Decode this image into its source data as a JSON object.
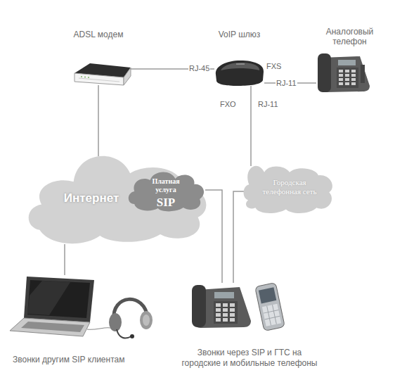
{
  "diagram": {
    "nodes": [
      {
        "text": [
          "ADSL модем"
        ]
      },
      {
        "text": [
          "VoIP шлюз"
        ]
      },
      {
        "text": [
          "Аналоговый телефон"
        ]
      },
      {
        "text": [
          "Интернет"
        ]
      },
      {
        "text": [
          "Платная услуга",
          "SIP"
        ]
      },
      {
        "text": [
          "Городская телефонная сеть"
        ]
      },
      {
        "text": [
          "Звонки другим SIP клиентам"
        ]
      },
      {
        "text": [
          "Звонки через SIP и ГТС на городские и мобильные телефоны"
        ]
      }
    ],
    "edges": [
      {
        "from": 0,
        "to": 1,
        "arrow": "none",
        "label": "RJ-45"
      },
      {
        "from": 1,
        "to": 2,
        "arrow": "none",
        "label": "RJ-11"
      },
      {
        "from": 0,
        "to": 3,
        "arrow": "none"
      },
      {
        "from": 1,
        "to": 5,
        "arrow": "none",
        "label": "RJ-11"
      },
      {
        "from": 3,
        "to": 6,
        "arrow": "none"
      },
      {
        "from": 4,
        "to": 7,
        "arrow": "none"
      },
      {
        "from": 5,
        "to": 7,
        "arrow": "none"
      }
    ],
    "labels": [
      "FXS",
      "FXO"
    ]
  }
}
